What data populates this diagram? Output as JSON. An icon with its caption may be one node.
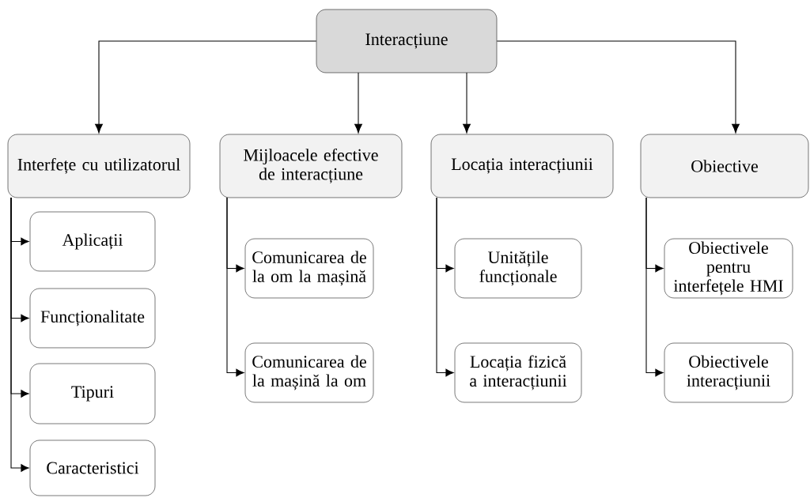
{
  "diagram": {
    "nodes": [
      {
        "text": [
          "Interacțiune"
        ]
      },
      {
        "text": [
          "Interfețe cu utilizatorul"
        ]
      },
      {
        "text": [
          "Mijloacele efective de interacțiune"
        ]
      },
      {
        "text": [
          "Locația interacțiunii"
        ]
      },
      {
        "text": [
          "Obiective"
        ]
      },
      {
        "text": [
          "Aplicații"
        ]
      },
      {
        "text": [
          "Funcționalitate"
        ]
      },
      {
        "text": [
          "Tipuri"
        ]
      },
      {
        "text": [
          "Caracteristici"
        ]
      },
      {
        "text": [
          "Comunicarea de la om la mașină"
        ]
      },
      {
        "text": [
          "Comunicarea de la mașină la om"
        ]
      },
      {
        "text": [
          "Unitățile funcționale"
        ]
      },
      {
        "text": [
          "Locația fizică a interacțiunii"
        ]
      },
      {
        "text": [
          "Obiectivele pentru interfețele HMI"
        ]
      },
      {
        "text": [
          "Obiectivele interacțiunii"
        ]
      }
    ],
    "edges": [
      {
        "from": 0,
        "to": 1,
        "arrow": "to"
      },
      {
        "from": 0,
        "to": 2,
        "arrow": "to"
      },
      {
        "from": 0,
        "to": 3,
        "arrow": "to"
      },
      {
        "from": 0,
        "to": 4,
        "arrow": "to"
      },
      {
        "from": 1,
        "to": 5,
        "arrow": "to"
      },
      {
        "from": 1,
        "to": 6,
        "arrow": "to"
      },
      {
        "from": 1,
        "to": 7,
        "arrow": "to"
      },
      {
        "from": 1,
        "to": 8,
        "arrow": "to"
      },
      {
        "from": 2,
        "to": 9,
        "arrow": "to"
      },
      {
        "from": 2,
        "to": 10,
        "arrow": "to"
      },
      {
        "from": 3,
        "to": 11,
        "arrow": "to"
      },
      {
        "from": 3,
        "to": 12,
        "arrow": "to"
      },
      {
        "from": 4,
        "to": 13,
        "arrow": "to"
      },
      {
        "from": 4,
        "to": 14,
        "arrow": "to"
      }
    ]
  }
}
